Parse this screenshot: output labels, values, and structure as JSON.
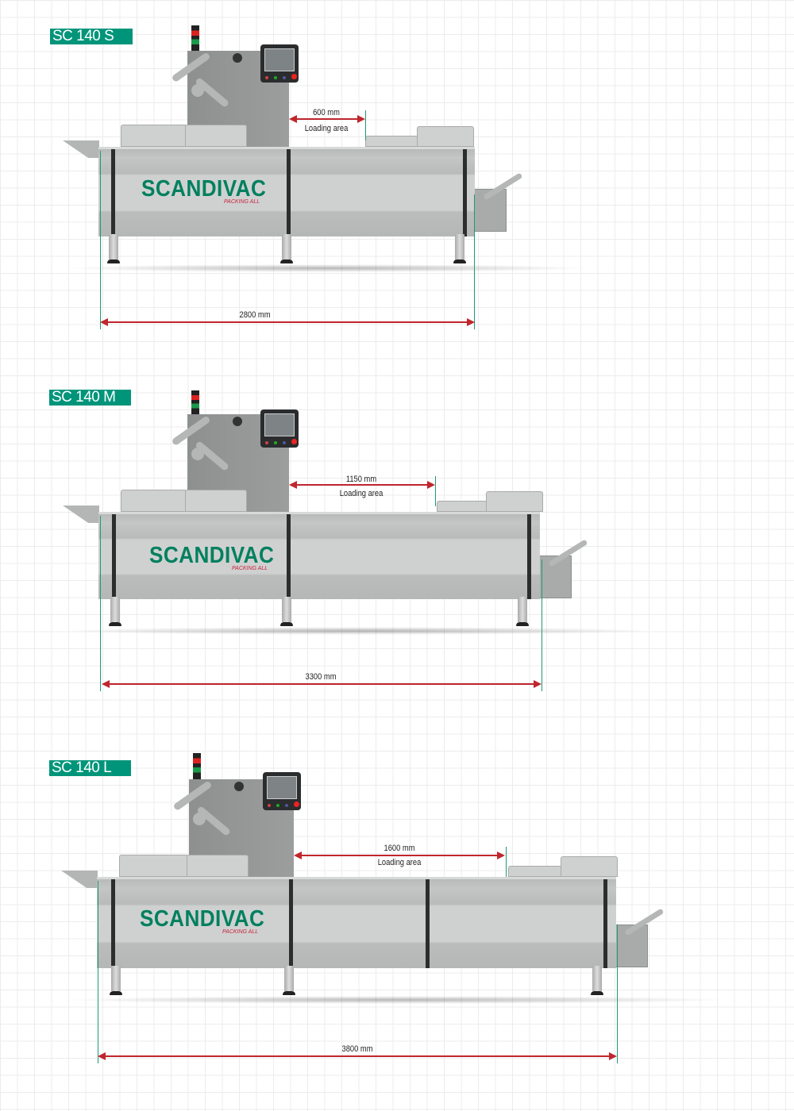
{
  "machines": [
    {
      "model": "SC 140 S",
      "brand": "SCANDIVAC",
      "tagline": "PACKING ALL",
      "loading_length": "600 mm",
      "loading_label": "Loading area",
      "total_length": "2800 mm"
    },
    {
      "model": "SC 140 M",
      "brand": "SCANDIVAC",
      "tagline": "PACKING ALL",
      "loading_length": "1150 mm",
      "loading_label": "Loading area",
      "total_length": "3300 mm"
    },
    {
      "model": "SC 140 L",
      "brand": "SCANDIVAC",
      "tagline": "PACKING ALL",
      "loading_length": "1600 mm",
      "loading_label": "Loading area",
      "total_length": "3800 mm"
    }
  ],
  "colors": {
    "label_bg": "#00957a",
    "dimension_arrow": "#c0262d",
    "brand": "#00805f",
    "tagline": "#c8243c"
  }
}
